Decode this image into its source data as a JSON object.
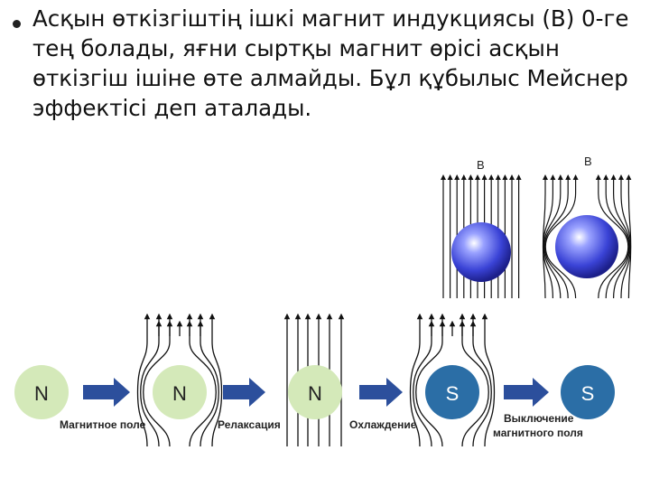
{
  "paragraph": "Асқын өткізгіштің ішкі магнит индукциясы (B) 0-ге тең болады, яғни сыртқы магнит өрісі асқын өткізгіш ішіне өте алмайды. Бұл құбылыс Мейснер эффектісі деп аталады.",
  "top_figure": {
    "left_label": "B",
    "right_label": "B"
  },
  "bottom_figure": {
    "balls": [
      "N",
      "N",
      "N",
      "S",
      "S"
    ],
    "steps": [
      "Магнитное поле",
      "Релаксация",
      "Охлаждение",
      "Выключение магнитного поля"
    ]
  },
  "colors": {
    "ball_green": "#d4e9b9",
    "ball_blue": "#2b6ea6",
    "arrow_blue": "#2c4f9c",
    "sphere_blue": "#3a43d6"
  }
}
